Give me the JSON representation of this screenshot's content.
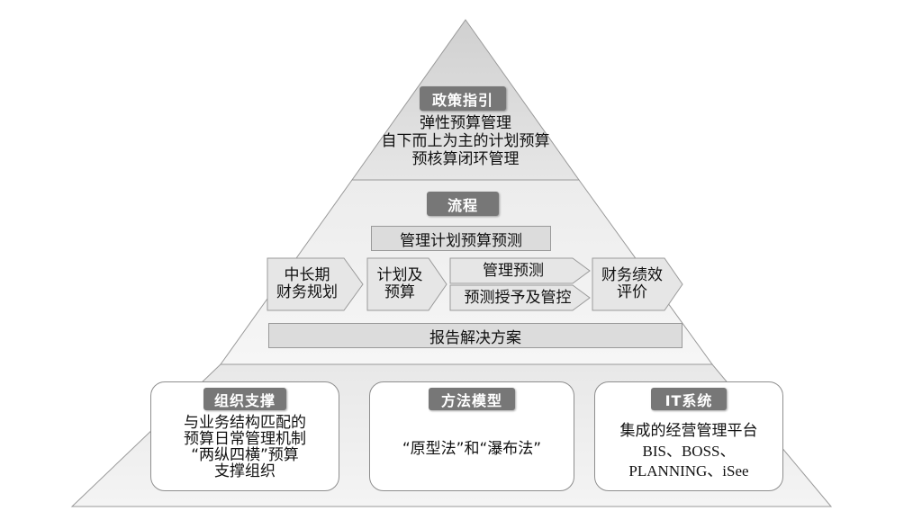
{
  "top_tier": {
    "badge": "政策指引",
    "lines": [
      "弹性预算管理",
      "自下而上为主的计划预算",
      "预核算闭环管理"
    ]
  },
  "middle_tier": {
    "badge": "流程",
    "top_bar": "管理计划预算预测",
    "step1": [
      "中长期",
      "财务规划"
    ],
    "step2": [
      "计划及",
      "预算"
    ],
    "step3a": "管理预测",
    "step3b": "预测授予及管控",
    "step4": [
      "财务绩效",
      "评价"
    ],
    "bottom_bar": "报告解决方案"
  },
  "bottom_tier": {
    "panels": [
      {
        "badge": "组织支撑",
        "lines": [
          "与业务结构匹配的",
          "预算日常管理机制",
          "“两纵四横”预算",
          "支撑组织"
        ]
      },
      {
        "badge": "方法模型",
        "lines": [
          "“原型法”和“瀑布法”"
        ]
      },
      {
        "badge": "IT系统",
        "lines": [
          "集成的经营管理平台",
          "BIS、BOSS、",
          "PLANNING、iSee"
        ]
      }
    ]
  }
}
